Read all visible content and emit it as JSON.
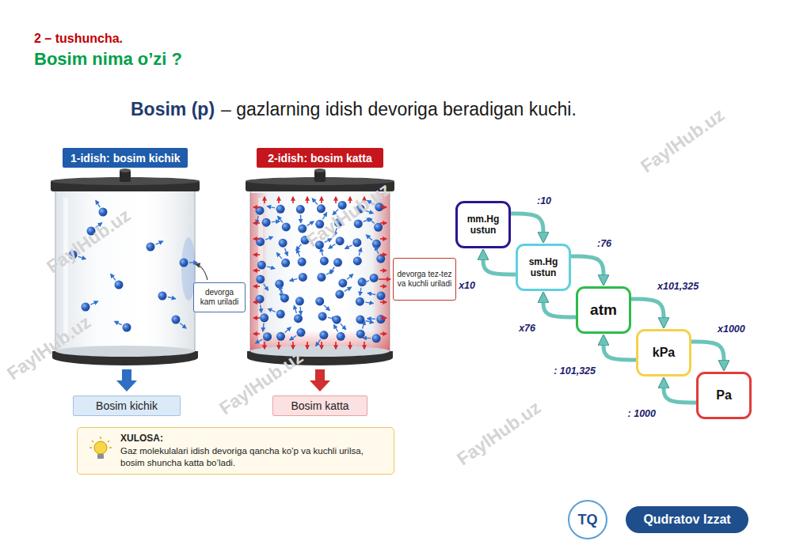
{
  "diagram": {
    "title": "Bosim nima o’zi ?",
    "nodes": [
      {
        "text": [
          "1-idish: bosim kichik"
        ]
      },
      {
        "text": [
          "2-idish: bosim katta"
        ]
      },
      {
        "text": [
          "devorga kam uriladi"
        ]
      },
      {
        "text": [
          "devorga tez-tez va kuchli uriladi"
        ]
      },
      {
        "text": [
          "Bosim kichik"
        ]
      },
      {
        "text": [
          "Bosim katta"
        ]
      },
      {
        "text": [
          "XULOSA:",
          "Gaz molekulalari idish devoriga qancha ko’p va kuchli urilsa, bosim shuncha katta bo’ladi."
        ]
      },
      {
        "text": [
          "mm.Hg ustun"
        ]
      },
      {
        "text": [
          "sm.Hg ustun"
        ]
      },
      {
        "text": [
          "atm"
        ]
      },
      {
        "text": [
          "kPa"
        ]
      },
      {
        "text": [
          "Pa"
        ]
      },
      {
        "text": [
          "TQ"
        ]
      },
      {
        "text": [
          "Qudratov Izzat"
        ]
      }
    ],
    "edges": [
      {
        "from": 7,
        "to": 8,
        "label": ":10",
        "arrow": "to"
      },
      {
        "from": 8,
        "to": 9,
        "label": ":76",
        "arrow": "to"
      },
      {
        "from": 9,
        "to": 10,
        "label": "x101,325",
        "arrow": "to"
      },
      {
        "from": 10,
        "to": 11,
        "label": "x1000",
        "arrow": "to"
      },
      {
        "from": 8,
        "to": 7,
        "label": "x10",
        "arrow": "to"
      },
      {
        "from": 9,
        "to": 8,
        "label": "x76",
        "arrow": "to"
      },
      {
        "from": 10,
        "to": 9,
        "label": ": 101,325",
        "arrow": "to"
      },
      {
        "from": 11,
        "to": 10,
        "label": ": 1000",
        "arrow": "to"
      }
    ],
    "labels": [
      "2 – tushuncha.",
      "Bosim (p)",
      "– gazlarning idish devoriga beradigan kuchi.",
      "FaylHub.uz",
      "FaylHub.uz",
      "FaylHub.uz",
      "FaylHub.uz",
      "FaylHub.uz",
      "FaylHub.uz"
    ]
  }
}
